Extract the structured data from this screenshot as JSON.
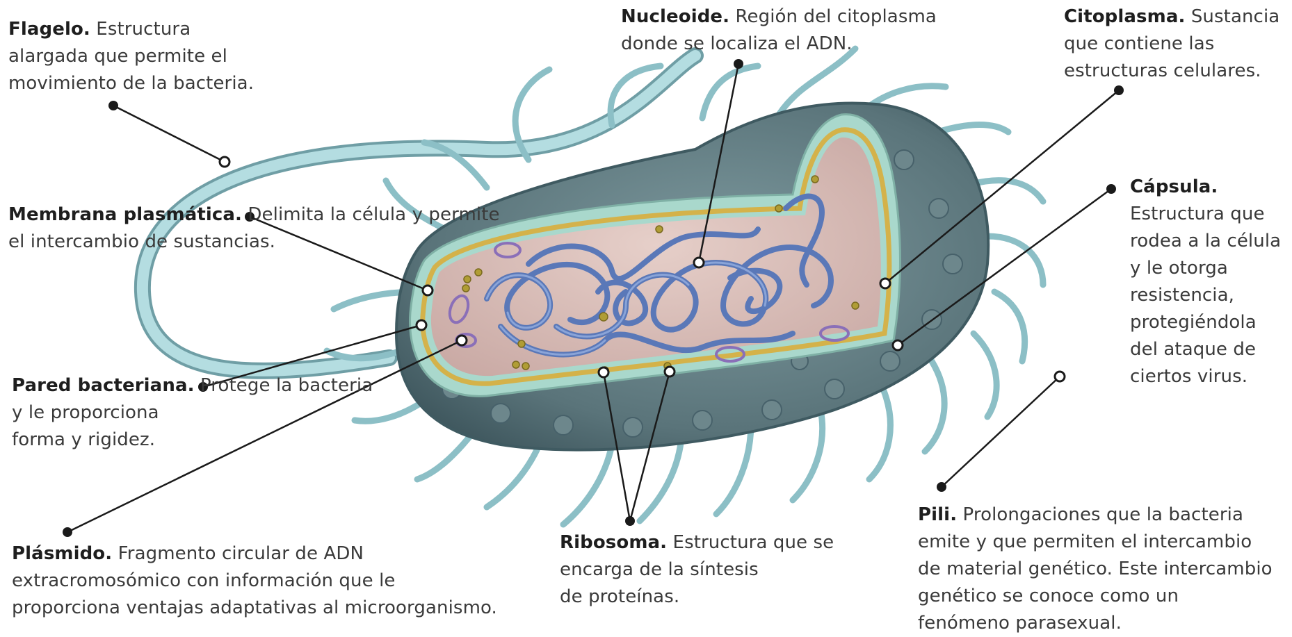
{
  "labels": {
    "flagelo": {
      "title": "Flagelo.",
      "desc": "Estructura\nalargada que permite el\nmovimiento de la bacteria."
    },
    "nucleoide": {
      "title": "Nucleoide.",
      "desc": "Región del citoplasma\ndonde se localiza el ADN."
    },
    "citoplasma": {
      "title": "Citoplasma.",
      "desc": "Sustancia\nque contiene las\nestructuras celulares."
    },
    "membrana": {
      "title": "Membrana plasmática.",
      "desc": "Delimita la célula y permite\nel intercambio de sustancias."
    },
    "capsula": {
      "title": "Cápsula.",
      "desc": "Estructura que\nrodea a la célula\ny le otorga\nresistencia,\nprotegiéndola\ndel ataque de\nciertos virus."
    },
    "pared": {
      "title": "Pared bacteriana.",
      "desc": "Protege la bacteria\ny le proporciona\nforma y rigidez."
    },
    "plasmido": {
      "title": "Plásmido.",
      "desc": "Fragmento circular de ADN\nextracromosómico con información que le\nproporciona ventajas adaptativas al microorganismo."
    },
    "ribosoma": {
      "title": "Ribosoma.",
      "desc": "Estructura que se\nencarga de la síntesis\nde proteínas."
    },
    "pili": {
      "title": "Pili.",
      "desc": "Prolongaciones que la bacteria\nemite y que permiten el intercambio\nde material genético. Este intercambio\ngenético se conoce como un\nfenómeno parasexual."
    }
  },
  "colors": {
    "leader_line": "#1a1a1a",
    "capsule": "#5e7a80",
    "capsule_dark": "#3f5a61",
    "pili": "#8fc1c8",
    "flagellum": "#a6d3d8",
    "cell_wall": "#a9d8cc",
    "membrane": "#d4b24a",
    "cytoplasm": "#d9bdb8",
    "dna": "#5a78b8",
    "ribosome": "#9b8a2c",
    "plasmid": "#8a6fb8"
  }
}
